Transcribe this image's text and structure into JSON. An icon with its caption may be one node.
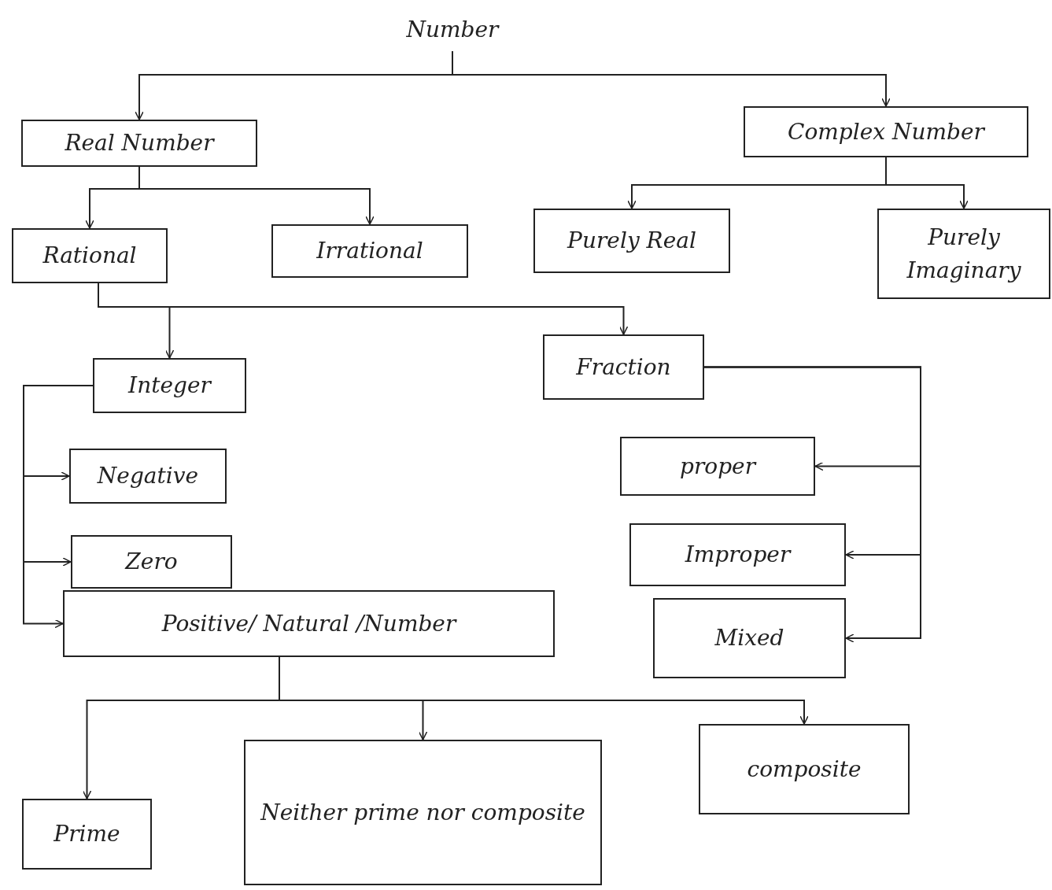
{
  "diagram": {
    "nodes": [
      {
        "text": [
          "Number"
        ]
      },
      {
        "text": [
          "Real Number"
        ]
      },
      {
        "text": [
          "Complex Number"
        ]
      },
      {
        "text": [
          "Rational"
        ]
      },
      {
        "text": [
          "Irrational"
        ]
      },
      {
        "text": [
          "Purely Real"
        ]
      },
      {
        "text": [
          "Purely Imaginary"
        ]
      },
      {
        "text": [
          "Integer"
        ]
      },
      {
        "text": [
          "Fraction"
        ]
      },
      {
        "text": [
          "Negative"
        ]
      },
      {
        "text": [
          "Zero"
        ]
      },
      {
        "text": [
          "Positive/ Natural /Number"
        ]
      },
      {
        "text": [
          "proper"
        ]
      },
      {
        "text": [
          "Improper"
        ]
      },
      {
        "text": [
          "Mixed"
        ]
      },
      {
        "text": [
          "Prime"
        ]
      },
      {
        "text": [
          "Neither prime nor composite"
        ]
      },
      {
        "text": [
          "composite"
        ]
      }
    ],
    "edges": [
      {
        "from": 0,
        "to": 1,
        "arrow": "to"
      },
      {
        "from": 0,
        "to": 2,
        "arrow": "to"
      },
      {
        "from": 1,
        "to": 3,
        "arrow": "to"
      },
      {
        "from": 1,
        "to": 4,
        "arrow": "to"
      },
      {
        "from": 2,
        "to": 5,
        "arrow": "to"
      },
      {
        "from": 2,
        "to": 6,
        "arrow": "to"
      },
      {
        "from": 3,
        "to": 7,
        "arrow": "to"
      },
      {
        "from": 3,
        "to": 8,
        "arrow": "to"
      },
      {
        "from": 7,
        "to": 9,
        "arrow": "to"
      },
      {
        "from": 7,
        "to": 10,
        "arrow": "to"
      },
      {
        "from": 7,
        "to": 11,
        "arrow": "to"
      },
      {
        "from": 8,
        "to": 12,
        "arrow": "to"
      },
      {
        "from": 8,
        "to": 13,
        "arrow": "to"
      },
      {
        "from": 8,
        "to": 14,
        "arrow": "to"
      },
      {
        "from": 11,
        "to": 15,
        "arrow": "to"
      },
      {
        "from": 11,
        "to": 16,
        "arrow": "to"
      },
      {
        "from": 11,
        "to": 17,
        "arrow": "to"
      }
    ]
  }
}
